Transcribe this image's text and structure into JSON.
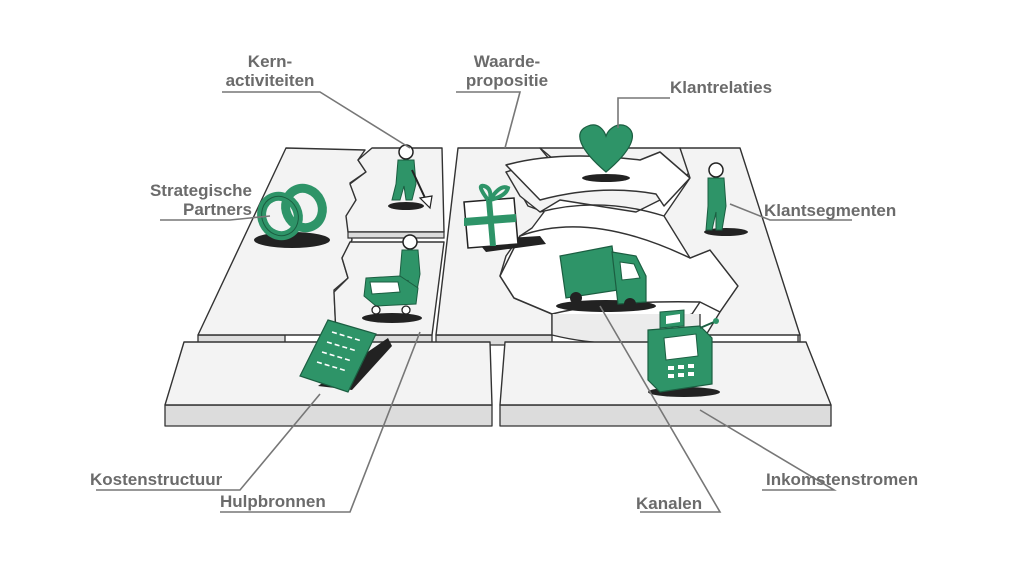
{
  "colors": {
    "accent": "#2e9468",
    "board": "#f3f3f3",
    "board_side": "#d9d9d9",
    "ink": "#333333",
    "label": "#6b6b6b"
  },
  "labels": {
    "kern_line1": "Kern-",
    "kern_line2": "activiteiten",
    "waarde_line1": "Waarde-",
    "waarde_line2": "propositie",
    "klantrelaties": "Klantrelaties",
    "strategische_line1": "Strategische",
    "strategische_line2": "Partners",
    "klantsegmenten": "Klantsegmenten",
    "kostenstructuur": "Kostenstructuur",
    "hulpbronnen": "Hulpbronnen",
    "kanalen": "Kanalen",
    "inkomstenstromen": "Inkomstenstromen"
  },
  "icons": [
    "linked-rings-icon",
    "worker-shovel-icon",
    "worker-cart-icon",
    "gift-box-icon",
    "heart-icon",
    "customer-person-icon",
    "delivery-truck-icon",
    "cash-register-icon",
    "invoice-document-icon"
  ]
}
